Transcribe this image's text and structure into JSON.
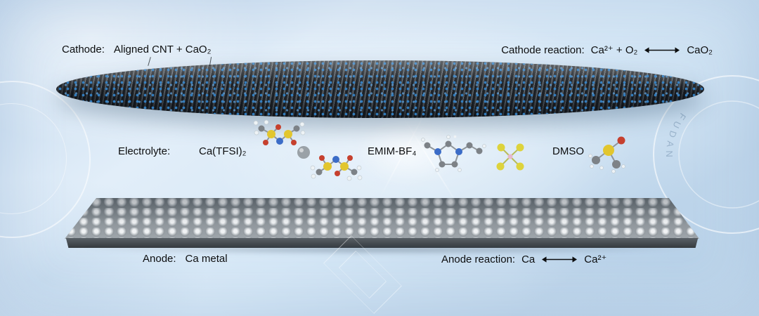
{
  "cathode": {
    "label_prefix": "Cathode:",
    "label_value": "Aligned CNT + CaO₂",
    "reaction_prefix": "Cathode reaction:",
    "reaction_left": "Ca²⁺ + O₂",
    "reaction_right": "CaO₂"
  },
  "electrolyte": {
    "label": "Electrolyte:",
    "components": [
      {
        "name": "Ca(TFSI)₂"
      },
      {
        "name": "EMIM-BF₄"
      },
      {
        "name": "DMSO"
      }
    ]
  },
  "anode": {
    "label_prefix": "Anode:",
    "label_value": "Ca metal",
    "reaction_prefix": "Anode reaction:",
    "reaction_left": "Ca",
    "reaction_right": "Ca²⁺"
  },
  "watermark": {
    "seal_text": "FUDAN"
  },
  "icons": {
    "reversible_arrow": "double-headed-arrow",
    "cathode_material": "cnt-rod-array",
    "cathode_particles": "cao2-nanoparticles",
    "anode_material": "ca-metal-spheres"
  },
  "colors": {
    "background_light": "#e2eef9",
    "background_blue": "#c2d8ec",
    "cnt_rod_dark": "#23272c",
    "cao2_particle_blue": "#3482c6",
    "ca_metal_sphere": "#d4d8db",
    "anode_slab_gray": "#7d858b",
    "sulfur_yellow": "#e2c62e",
    "oxygen_red": "#c6402e",
    "nitrogen_blue": "#3b6cc7",
    "carbon_gray": "#7d8287",
    "fluorine_light": "#eef3f6",
    "text": "#0c0d0e"
  }
}
